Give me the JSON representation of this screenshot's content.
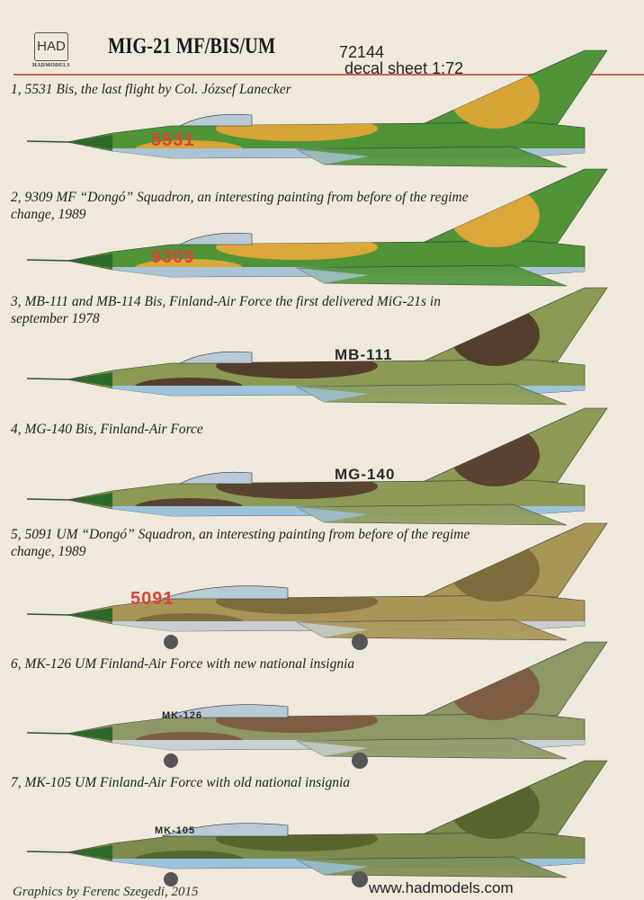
{
  "header": {
    "logo": "HAD",
    "logo_sub": "HADMODELS",
    "title": "MIG-21 MF/BIS/UM",
    "number": "72144",
    "sheet": "decal sheet 1:72"
  },
  "aircraft": [
    {
      "caption": "1, 5531 Bis, the last flight by Col. József Lanecker",
      "serial": "5531",
      "colors": {
        "base": "#4f9437",
        "camo": "#d7a436",
        "under": "#a9c4d4",
        "serial": "#e0403a"
      }
    },
    {
      "caption": "2, 9309 MF “Dongó” Squadron, an interesting painting from before of the regime change, 1989",
      "serial": "9309",
      "colors": {
        "base": "#4f9437",
        "camo": "#dba63a",
        "under": "#a9c4d4",
        "serial": "#e0403a"
      }
    },
    {
      "caption": "3, MB-111 and MB-114 Bis, Finland-Air Force the first delivered MiG-21s in september 1978",
      "serial": "MB-111",
      "colors": {
        "base": "#8a9a52",
        "camo": "#553f2c",
        "under": "#9cc3dc",
        "serial": "#2a2a2a"
      }
    },
    {
      "caption": "4, MG-140 Bis, Finland-Air Force",
      "serial": "MG-140",
      "colors": {
        "base": "#8c9a55",
        "camo": "#5a4330",
        "under": "#9cc3dc",
        "serial": "#2a2a2a"
      }
    },
    {
      "caption": "5, 5091 UM “Dongó” Squadron, an interesting painting from before of the regime change, 1989",
      "serial": "5091",
      "colors": {
        "base": "#a89454",
        "camo": "#7c6c3c",
        "under": "#c8cfd2",
        "serial": "#e0403a"
      }
    },
    {
      "caption": "6, MK-126 UM Finland-Air Force with new national insignia",
      "serial": "MK-126",
      "colors": {
        "base": "#8e9866",
        "camo": "#7d5d44",
        "under": "#c9d2d2",
        "serial": "#2a2a2a"
      }
    },
    {
      "caption": "7, MK-105 UM Finland-Air Force with old national insignia",
      "serial": "MK-105",
      "colors": {
        "base": "#7c8c4c",
        "camo": "#56652e",
        "under": "#9cc3dc",
        "serial": "#2a2a2a"
      }
    }
  ],
  "footer": {
    "credit": "Graphics by Ferenc Szegedi, 2015",
    "url": "www.hadmodels.com"
  }
}
